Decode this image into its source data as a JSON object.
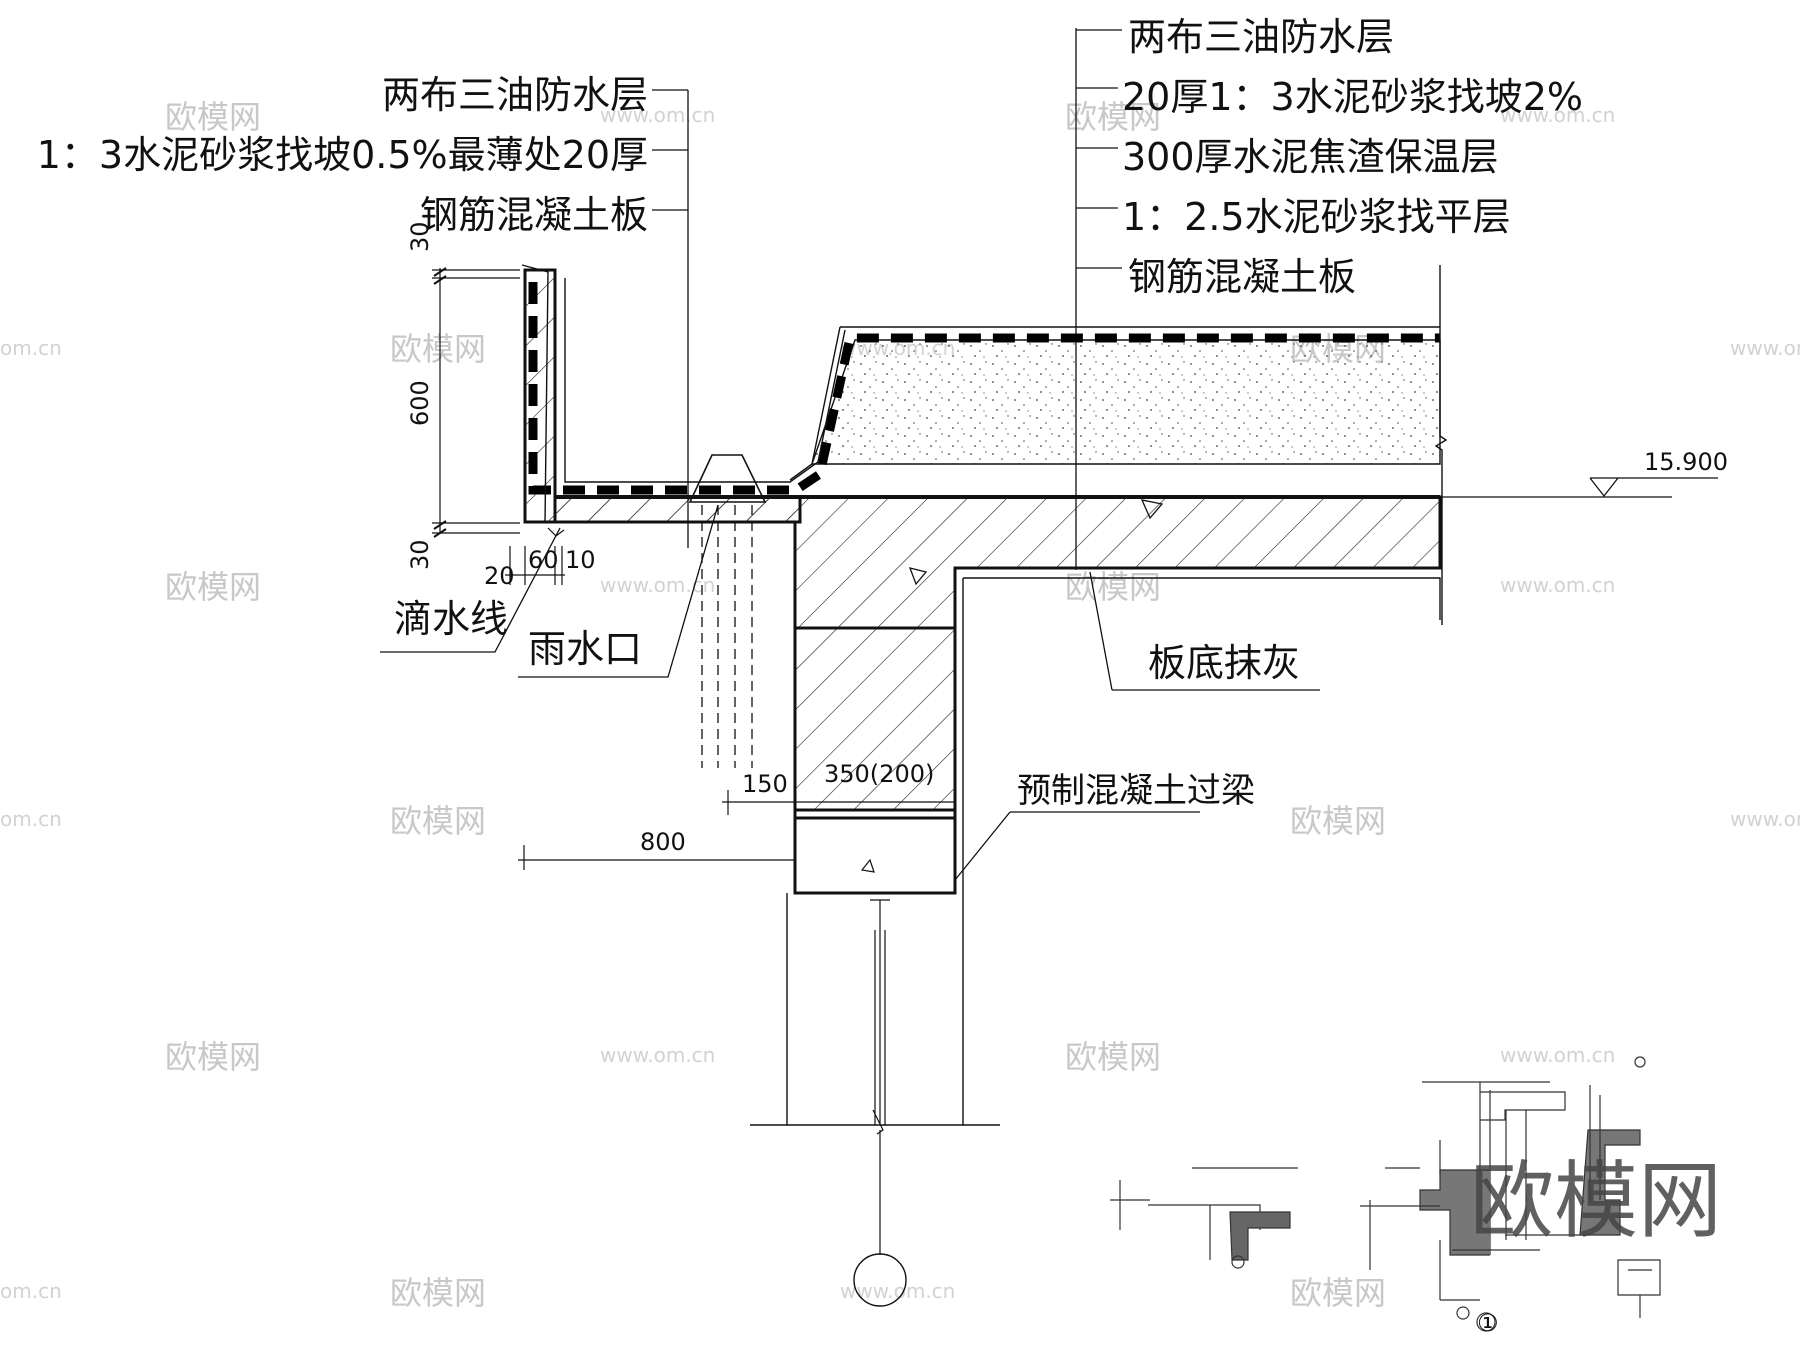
{
  "left_callout": {
    "line1": "两布三油防水层",
    "line2": "1：3水泥砂浆找坡0.5%最薄处20厚",
    "line3": "钢筋混凝土板"
  },
  "right_callout": {
    "line1": "两布三油防水层",
    "line2": "20厚1：3水泥砂浆找坡2%",
    "line3": "300厚水泥焦渣保温层",
    "line4": "1：2.5水泥砂浆找平层",
    "line5": "钢筋混凝土板"
  },
  "labels": {
    "drip": "滴水线",
    "rain_outlet": "雨水口",
    "ceiling_plaster": "板底抹灰",
    "lintel": "预制混凝土过梁"
  },
  "elevation": "15.900",
  "dimensions": {
    "d30_top": "30",
    "d600": "600",
    "d30_bottom": "30",
    "d20": "20",
    "d60": "60",
    "d10": "10",
    "d150": "150",
    "d350": "350(200)",
    "d800": "800"
  },
  "watermark": {
    "logo_text": "欧模网",
    "url_text": "www.om.cn",
    "url_short": "om.cn"
  },
  "thumbnail_marker": "①"
}
